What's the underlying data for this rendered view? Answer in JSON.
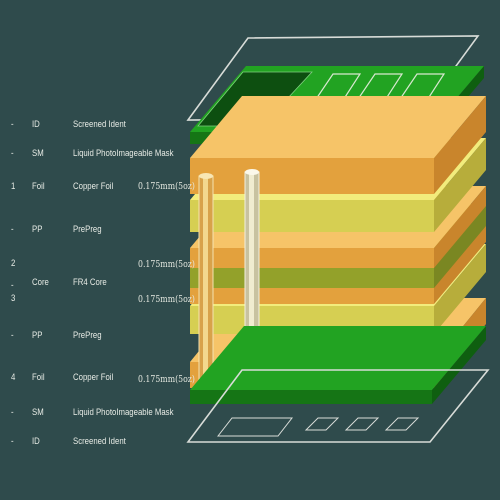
{
  "colors": {
    "background": "#2f4b4c",
    "solder_mask": "#1fa01f",
    "copper_foil": "#f2b450",
    "prepreg": "#e8e065",
    "core": "#a6b332",
    "ident_outline": "#d8dcd8"
  },
  "rows": [
    {
      "num": "-",
      "code": "ID",
      "desc": "Screened Ident"
    },
    {
      "num": "-",
      "code": "SM",
      "desc": "Liquid PhotoImageable Mask"
    },
    {
      "num": "1",
      "code": "Foil",
      "desc": "Copper Foil",
      "thickness": "0.175mm(5oz)"
    },
    {
      "num": "-",
      "code": "PP",
      "desc": "PrePreg"
    },
    {
      "num": "2",
      "code": "Core",
      "desc": "FR4 Core",
      "thickness": "0.175mm(5oz)"
    },
    {
      "num": "-",
      "code": "",
      "desc": ""
    },
    {
      "num": "3",
      "code": "",
      "desc": "",
      "thickness": "0.175mm(5oz)"
    },
    {
      "num": "-",
      "code": "PP",
      "desc": "PrePreg"
    },
    {
      "num": "4",
      "code": "Foil",
      "desc": "Copper Foil",
      "thickness": "0.175mm(5oz)"
    },
    {
      "num": "-",
      "code": "SM",
      "desc": "Liquid PhotoImageable Mask"
    },
    {
      "num": "-",
      "code": "ID",
      "desc": "Screened Ident"
    }
  ]
}
